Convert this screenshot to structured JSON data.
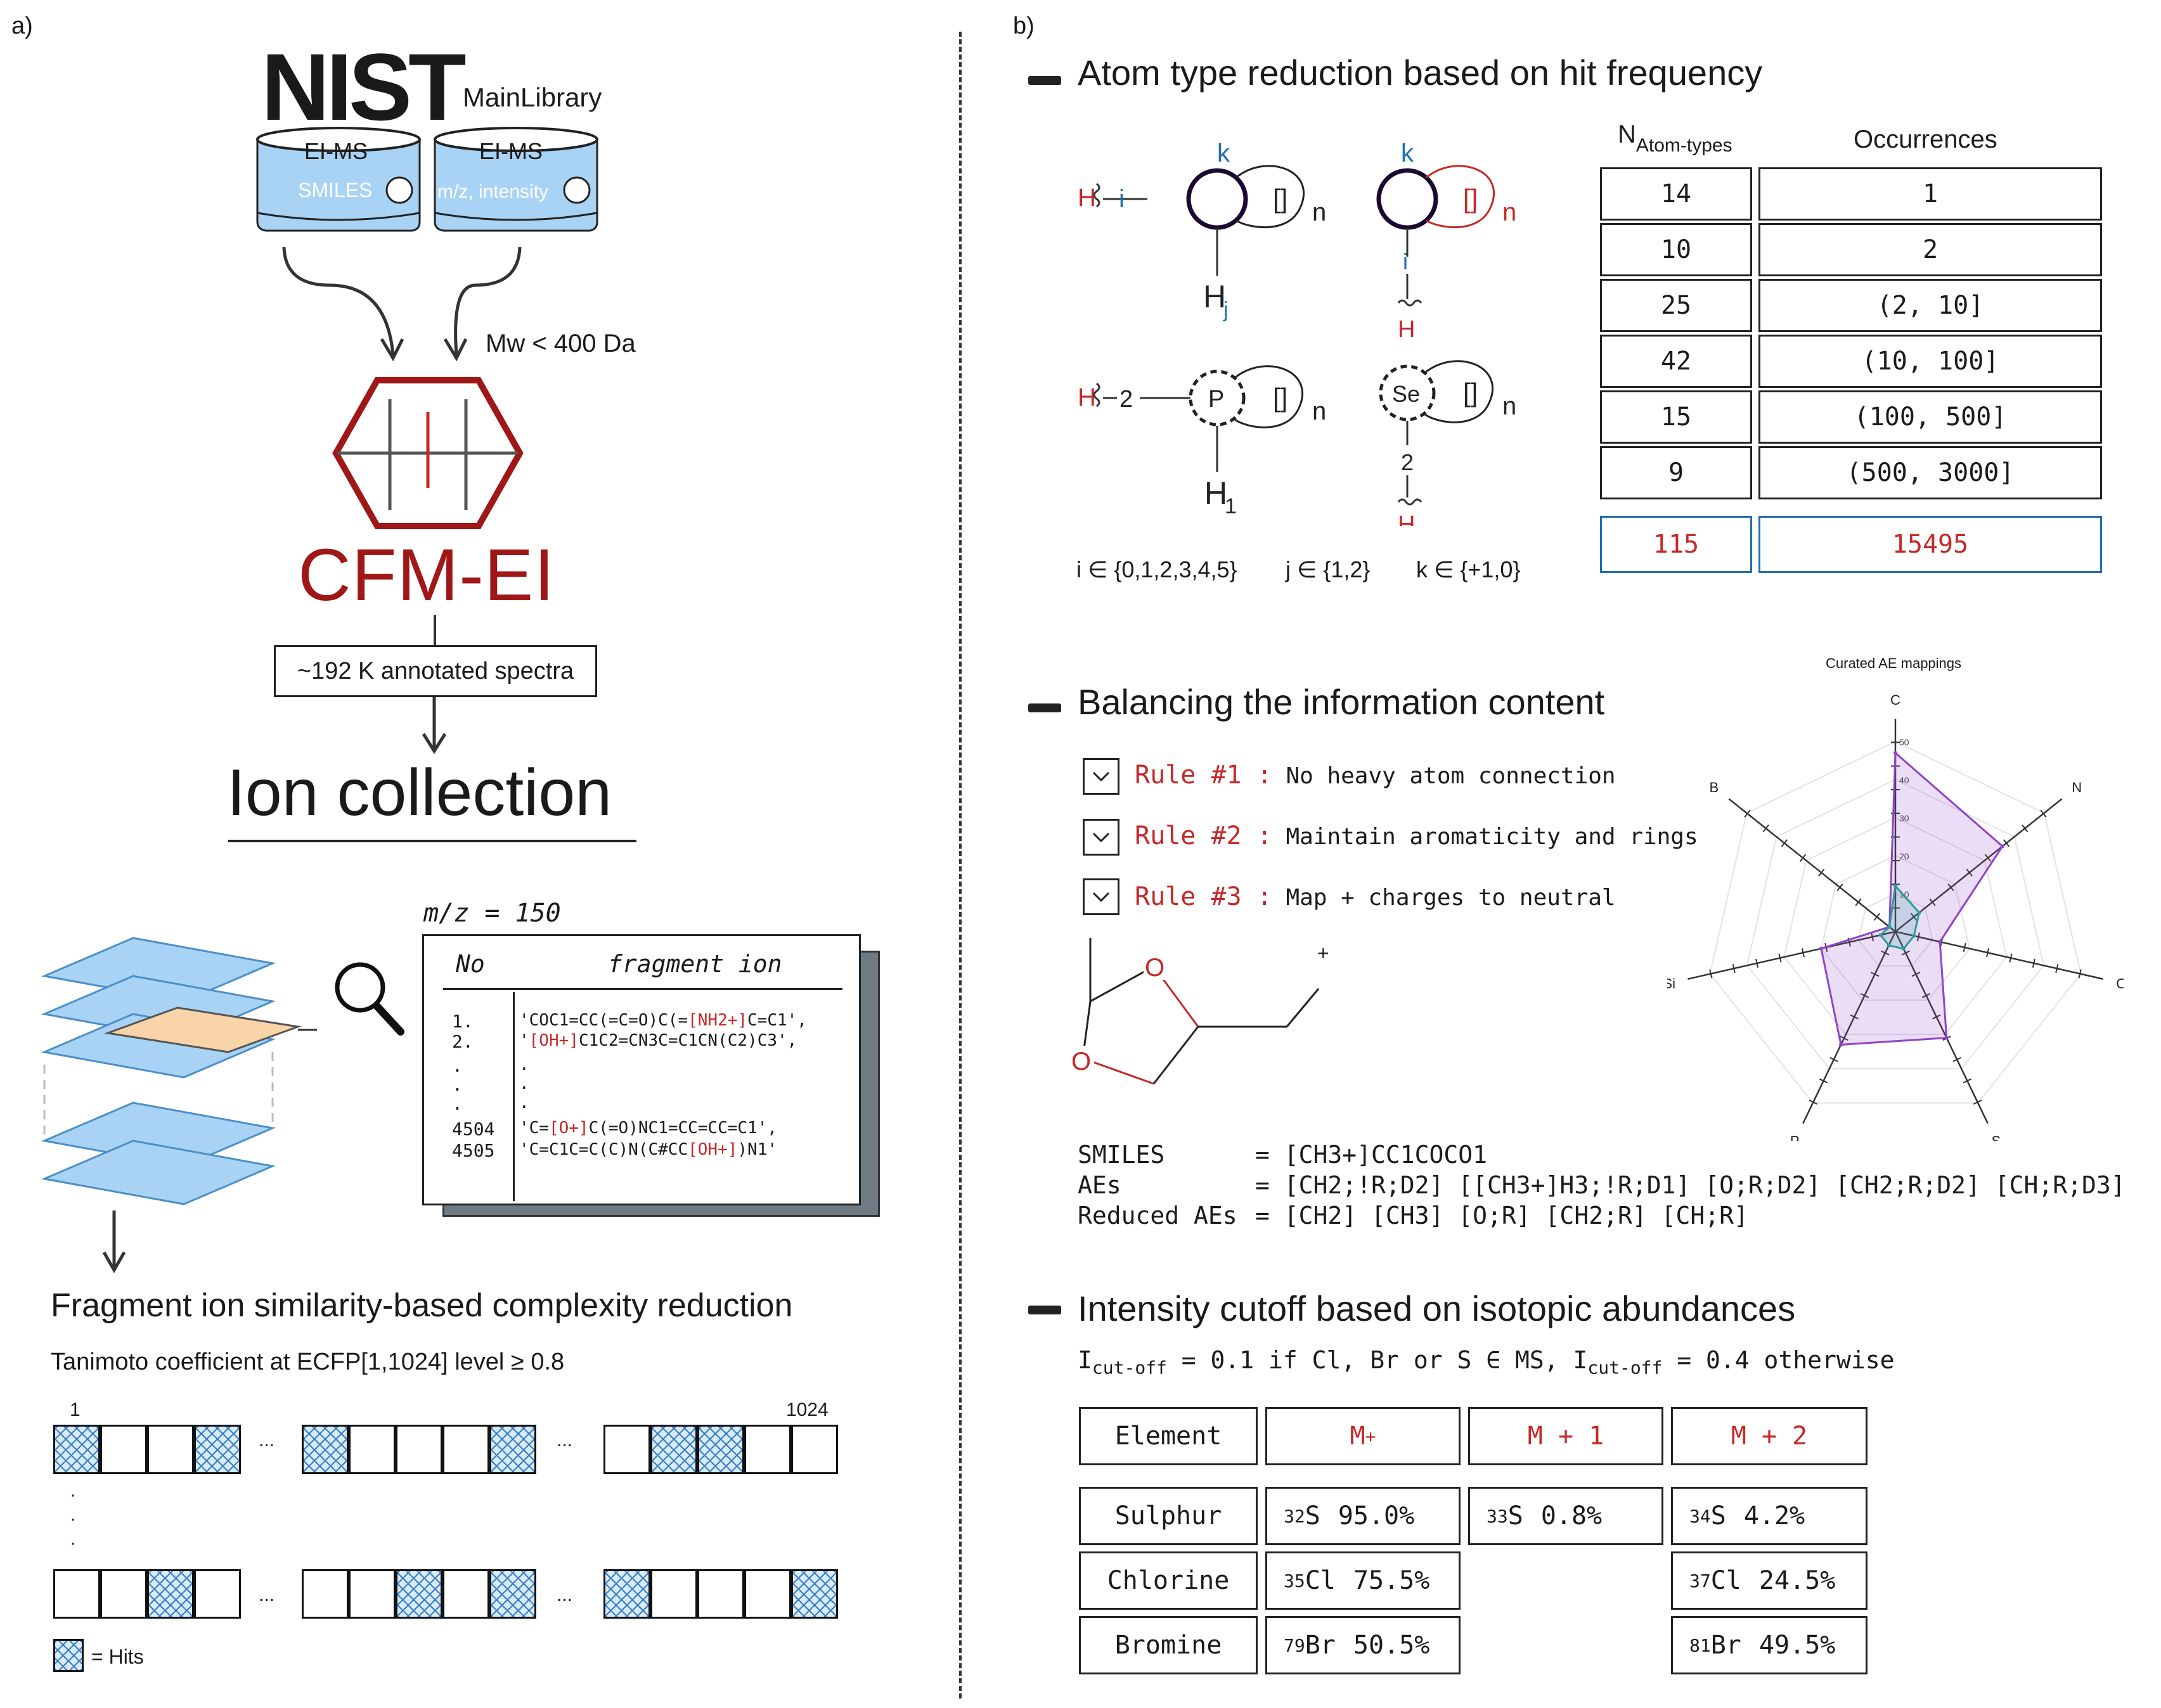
{
  "panel_a": {
    "label": "a)",
    "nist_logo": "NIST",
    "main_library": "MainLibrary",
    "db_left": {
      "top": "EI-MS",
      "body": "SMILES"
    },
    "db_right": {
      "top": "EI-MS",
      "body": "m/z, intensity"
    },
    "mw_filter": "Mw < 400 Da",
    "cfm_label": "CFM-EI",
    "annotated": "~192 K annotated spectra",
    "ion_collection": "Ion collection",
    "mz_label": "m/z = 150",
    "table": {
      "col_no": "No",
      "col_frag": "fragment ion",
      "rows": [
        {
          "no": "1.",
          "pre": "'COC1=CC(=C=O)C(=",
          "red": "[NH2+]",
          "post": "C=C1',"
        },
        {
          "no": "2.",
          "pre": "'",
          "red": "[OH+]",
          "post": "C1C2=CN3C=C1CN(C2)C3',"
        },
        {
          "no": ".",
          "pre": ".",
          "red": "",
          "post": ""
        },
        {
          "no": ".",
          "pre": ".",
          "red": "",
          "post": ""
        },
        {
          "no": ".",
          "pre": ".",
          "red": "",
          "post": ""
        },
        {
          "no": "4504",
          "pre": "'C=",
          "red": "[O+]",
          "post": "C(=O)NC1=CC=CC=C1',"
        },
        {
          "no": "4505",
          "pre": "'C=C1C=C(C)N(C#CC",
          "red": "[OH+]",
          "post": ")N1'"
        }
      ]
    },
    "fragment_title": "Fragment ion similarity-based complexity reduction",
    "tanimoto": "Tanimoto coefficient at ECFP[1,1024] level ≥ 0.8",
    "bit_start": "1",
    "bit_end": "1024",
    "ellipsis": "...",
    "hits_legend": "= Hits",
    "fingerprint_row1": [
      1,
      0,
      0,
      1,
      1,
      0,
      0,
      0,
      1,
      0,
      1,
      1,
      0,
      0
    ],
    "fingerprint_row2": [
      0,
      0,
      1,
      0,
      0,
      0,
      1,
      0,
      1,
      1,
      0,
      0,
      0,
      1
    ]
  },
  "panel_b": {
    "label": "b)",
    "section1": {
      "title": "Atom type reduction based on hit frequency",
      "labels": {
        "k": "k",
        "i": "i",
        "H": "H",
        "Hj": "H",
        "j": "j",
        "H1": "H",
        "one": "1",
        "n": "n",
        "P": "P",
        "Se": "Se",
        "two": "2",
        "bracket": "[]"
      },
      "domains": {
        "i": "i ∈ {0,1,2,3,4,5}",
        "j": "j ∈ {1,2}",
        "k": "k ∈ {+1,0}"
      },
      "table": {
        "header_n": "N",
        "header_n_sub": "Atom-types",
        "header_occ": "Occurrences",
        "rows": [
          {
            "n": "14",
            "occ": "1"
          },
          {
            "n": "10",
            "occ": "2"
          },
          {
            "n": "25",
            "occ": "(2, 10]"
          },
          {
            "n": "42",
            "occ": "(10, 100]"
          },
          {
            "n": "15",
            "occ": "(100, 500]"
          },
          {
            "n": "9",
            "occ": "(500, 3000]"
          }
        ],
        "total": {
          "n": "115",
          "occ": "15495"
        }
      }
    },
    "section2": {
      "title": "Balancing the information content",
      "rules": [
        {
          "num": "Rule #1 :",
          "text": "No heavy atom connection"
        },
        {
          "num": "Rule #2 :",
          "text": "Maintain aromaticity and rings"
        },
        {
          "num": "Rule #3 :",
          "text": "Map + charges to neutral"
        }
      ],
      "molecule": {
        "o1": "O",
        "o2": "O",
        "plus": "+"
      },
      "smiles_rows": [
        {
          "key": "SMILES",
          "val": "= [CH3+]CC1COCO1"
        },
        {
          "key": "AEs",
          "val": "= [CH2;!R;D2] [[CH3+]H3;!R;D1] [O;R;D2] [CH2;R;D2] [CH;R;D3]"
        },
        {
          "key": "Reduced AEs",
          "val": "= [CH2] [CH3] [O;R] [CH2;R] [CH;R]"
        }
      ]
    },
    "radar": {
      "title": "Curated AE mappings",
      "axes": [
        "C",
        "N",
        "O",
        "S",
        "P",
        "Si",
        "B"
      ],
      "ticks": [
        "10",
        "20",
        "30",
        "40",
        "50"
      ],
      "max": 50,
      "series": [
        {
          "color": "#8e44c9",
          "values": [
            47,
            36,
            12,
            31,
            33,
            20,
            2
          ]
        },
        {
          "color": "#2e9a9a",
          "values": [
            12,
            8,
            5,
            5,
            4,
            4,
            2
          ]
        }
      ]
    },
    "section3": {
      "title": "Intensity cutoff based on isotopic abundances",
      "formula_I": "I",
      "formula_sub": "cut-off",
      "formula_mid": " = 0.1 if Cl, Br or S ∈ MS, ",
      "formula_end": " = 0.4 otherwise",
      "headers": {
        "element": "Element",
        "m": "M",
        "m_sup": "+",
        "m1": "M + 1",
        "m2": "M + 2"
      },
      "rows": [
        {
          "element": "Sulphur",
          "m": {
            "mass": "32",
            "sym": "S",
            "val": "95.0%"
          },
          "m1": {
            "mass": "33",
            "sym": "S",
            "val": "0.8%"
          },
          "m2": {
            "mass": "34",
            "sym": "S",
            "val": "4.2%"
          }
        },
        {
          "element": "Chlorine",
          "m": {
            "mass": "35",
            "sym": "Cl",
            "val": "75.5%"
          },
          "m2": {
            "mass": "37",
            "sym": "Cl",
            "val": "24.5%"
          }
        },
        {
          "element": "Bromine",
          "m": {
            "mass": "79",
            "sym": "Br",
            "val": "50.5%"
          },
          "m2": {
            "mass": "81",
            "sym": "Br",
            "val": "49.5%"
          }
        }
      ]
    }
  }
}
